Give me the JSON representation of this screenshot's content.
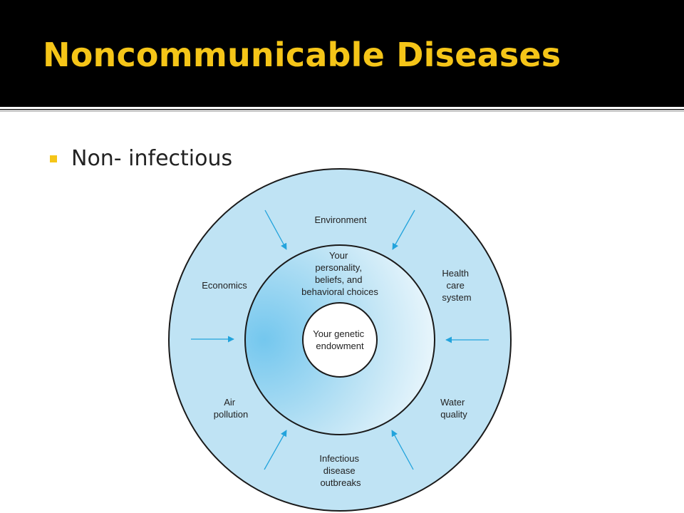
{
  "slide": {
    "title": "Noncommunicable Diseases",
    "bullets": [
      "Non- infectious"
    ]
  },
  "diagram": {
    "core_label": [
      "Your genetic",
      "endowment"
    ],
    "middle_label": [
      "Your",
      "personality,",
      "beliefs, and",
      "behavioral choices"
    ],
    "factors": [
      {
        "name": "environment",
        "lines": [
          "Environment"
        ]
      },
      {
        "name": "health-care-system",
        "lines": [
          "Health",
          "care",
          "system"
        ]
      },
      {
        "name": "water-quality",
        "lines": [
          "Water",
          "quality"
        ]
      },
      {
        "name": "infectious-disease-outbreaks",
        "lines": [
          "Infectious",
          "disease",
          "outbreaks"
        ]
      },
      {
        "name": "air-pollution",
        "lines": [
          "Air",
          "pollution"
        ]
      },
      {
        "name": "economics",
        "lines": [
          "Economics"
        ]
      }
    ]
  },
  "colors": {
    "title": "#f5c518",
    "outer_ring": "#bfe3f4",
    "arrow": "#22a3dc"
  }
}
